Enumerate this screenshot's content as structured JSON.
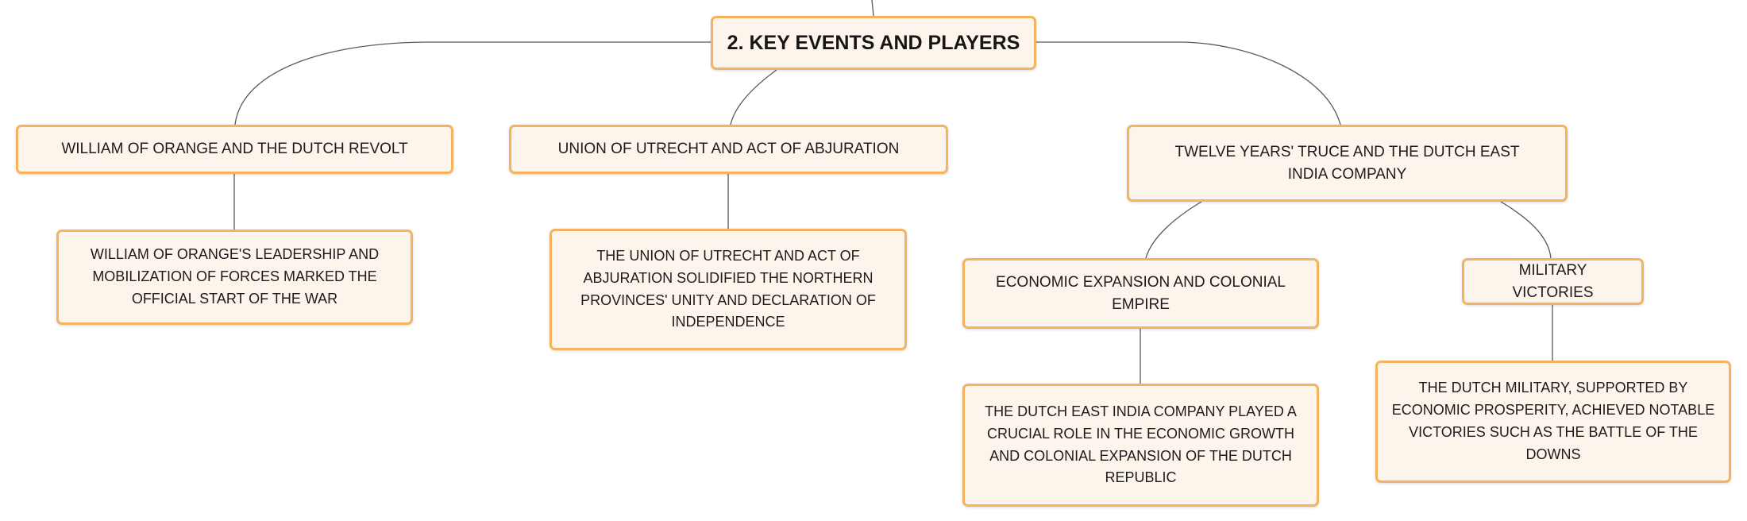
{
  "colors": {
    "node_border": "#f5b25f",
    "node_fill": "#fdf4ec",
    "connector": "#5a5a5a",
    "text": "#1c1c1c"
  },
  "nodes": {
    "root": "2. KEY EVENTS AND PLAYERS",
    "william_of_orange": "WILLIAM OF ORANGE AND THE DUTCH REVOLT",
    "william_detail": "WILLIAM OF ORANGE'S LEADERSHIP AND MOBILIZATION OF FORCES MARKED THE OFFICIAL START OF THE WAR",
    "union_of_utrecht": "UNION OF UTRECHT AND ACT OF ABJURATION",
    "union_detail": "THE UNION OF UTRECHT AND ACT OF ABJURATION SOLIDIFIED THE NORTHERN PROVINCES' UNITY AND DECLARATION OF INDEPENDENCE",
    "twelve_years_truce": "TWELVE YEARS' TRUCE AND THE DUTCH EAST INDIA COMPANY",
    "economic_expansion": "ECONOMIC EXPANSION AND COLONIAL EMPIRE",
    "economic_detail": "THE DUTCH EAST INDIA COMPANY PLAYED A CRUCIAL ROLE IN THE ECONOMIC GROWTH AND COLONIAL EXPANSION OF THE DUTCH REPUBLIC",
    "military_victories": "MILITARY VICTORIES",
    "military_detail": "THE DUTCH MILITARY, SUPPORTED BY ECONOMIC PROSPERITY, ACHIEVED NOTABLE VICTORIES SUCH AS THE BATTLE OF THE DOWNS"
  }
}
